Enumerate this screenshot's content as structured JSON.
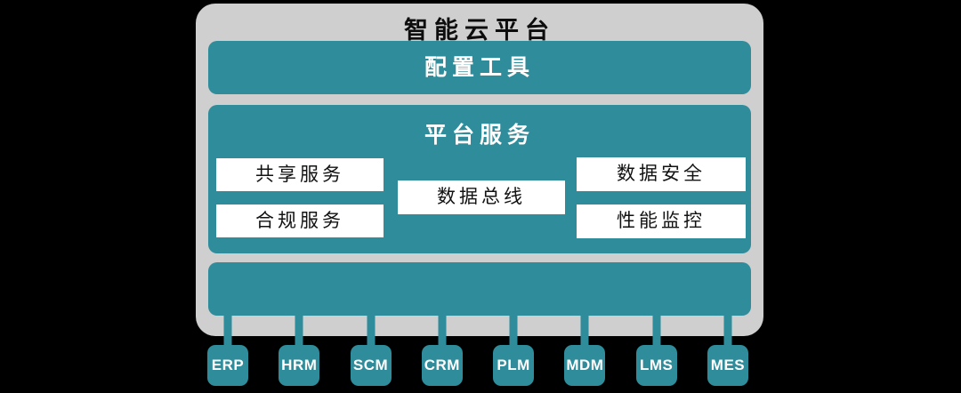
{
  "colors": {
    "teal": "#2E8C9B",
    "gray": "#CFCFCF",
    "white": "#FFFFFF",
    "ink": "#121212",
    "bg": "#000000"
  },
  "diagram": {
    "title": "智能云平台",
    "config_bar_label": "配置工具",
    "services": {
      "title": "平台服务",
      "items": [
        {
          "label": "共享服务"
        },
        {
          "label": "合规服务"
        },
        {
          "label": "数据总线"
        },
        {
          "label": "数据安全"
        },
        {
          "label": "性能监控"
        }
      ]
    },
    "systems": [
      "ERP",
      "HRM",
      "SCM",
      "CRM",
      "PLM",
      "MDM",
      "LMS",
      "MES"
    ]
  }
}
